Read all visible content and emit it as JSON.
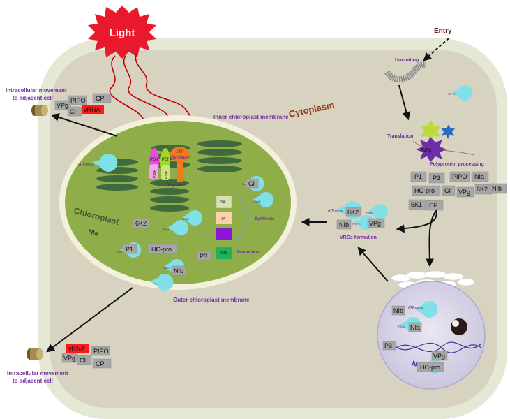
{
  "labels": {
    "light": "Light",
    "entry": "Entry",
    "uncoating": "Uncoating",
    "cytoplasm": "Cytoplasm",
    "inner_membrane": "Inner chloroplast membrane",
    "outer_membrane": "Outer chloroplast membrane",
    "chloroplast": "Chloroplast",
    "translation": "Translation",
    "polyprotein_processing": "Polyprotein processing",
    "vrcs_formation": "VRCs formation",
    "nucleus": "Nucleus",
    "movement_top_1": "Intracellular movement",
    "movement_top_2": "to adjacent cell",
    "movement_bottom_1": "Intracellular movement",
    "movement_bottom_2": "to adjacent cell",
    "synthesis": "Synthesis",
    "production": "Production",
    "thylakoid": "Thylakoid",
    "rdrp": "RdRp"
  },
  "photosystem": {
    "psii": "PSII",
    "psi": "PSI",
    "psbp": "PsbP",
    "psac": "PSaC",
    "atp_synthase_1": "ATP",
    "atp_synthase_2": "Synthase"
  },
  "hormones": {
    "sa": "SA",
    "ja": "JA",
    "ros": "ROS"
  },
  "proteins": {
    "top_left": {
      "pipo": "PIPO",
      "cp": "CP",
      "vpg": "VPg",
      "ci": "CI",
      "vrna": "vRNA"
    },
    "bottom_left": {
      "vrna": "vRNA",
      "pipo": "PIPO",
      "vpg": "VPg",
      "ci": "CI",
      "cp": "CP"
    },
    "polyprotein": {
      "p1": "P1",
      "p3": "P3",
      "pipo": "PIPO",
      "nia": "NIa",
      "hc_pro": "HC-pro",
      "ci": "CI",
      "vpg": "VPg",
      "6k2": "6K2",
      "nib": "NIb",
      "6k1": "6K1",
      "cp": "CP"
    },
    "vrc": {
      "6k2": "6K2",
      "nib": "NIb",
      "vpg": "VPg"
    },
    "chloroplast": {
      "ci": "CI",
      "6k2": "6K2",
      "nia": "NIa",
      "p1": "P1",
      "hc_pro": "HC-pro",
      "p3": "P3",
      "nib": "NIb"
    },
    "nucleus": {
      "nib": "NIb",
      "nia": "NIa",
      "p3": "P3",
      "vpg": "VPg",
      "hc_pro": "HC-pro"
    }
  },
  "host_factors": {
    "atpsyn_a": "ATPsyn-α",
    "hsp70": "HSP70",
    "psac": "PSaC",
    "psbp": "PsbP",
    "rbcl": "RbcL",
    "rbcs": "RbcS",
    "fnr": "FNR",
    "pc": "PC"
  },
  "colors": {
    "cell_wall": "#e6e8d6",
    "cytoplasm": "#d8d3c1",
    "chloroplast": "#8fae4a",
    "chloroplast_border": "#f3f1dc",
    "thylakoid": "#3f6a3e",
    "host_factor": "#7fe0e8",
    "protein_box": "#a6a6a6",
    "vrna": "#ff1a1a",
    "purple_text": "#7030a0",
    "light_burst": "#e8192c",
    "light_rays": "#c00000",
    "sa_box": "#d4e2b5",
    "ja_box": "#f7d2ab",
    "purple_box": "#8b17d6",
    "ros_box": "#22b05a"
  }
}
